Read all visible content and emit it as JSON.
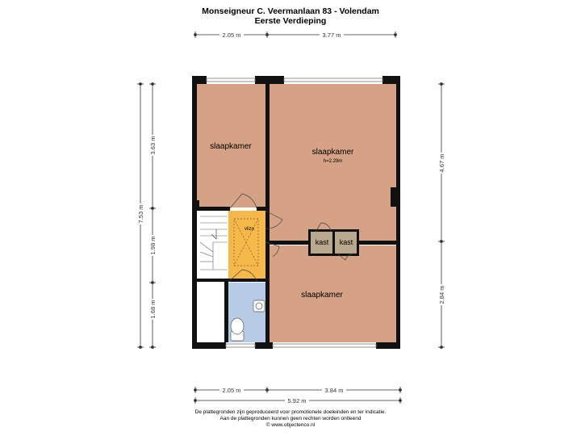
{
  "header": {
    "title": "Monseigneur C. Veermanlaan 83 - Volendam",
    "subtitle": "Eerste Verdieping"
  },
  "dimensions": {
    "top_left": "2.05 m",
    "top_right": "3.77 m",
    "bottom_left": "2.05 m",
    "bottom_right": "3.84 m",
    "bottom_total": "5.92 m",
    "left_total": "7.53 m",
    "left_upper": "3.63 m",
    "left_middle": "1.98 m",
    "left_lower": "1.68 m",
    "right_upper": "4.67 m",
    "right_lower": "2.84 m"
  },
  "rooms": {
    "bedroom_1": "slaapkamer",
    "bedroom_2": "slaapkamer",
    "bedroom_2_height": "h=2.29m",
    "bedroom_3": "slaapkamer",
    "closet_1": "kast",
    "closet_2": "kast",
    "landing_hatch": "vlizo"
  },
  "footer": {
    "line1": "De plattegronden zijn geproduceerd voor promotionele doeleinden en ter indicatie.",
    "line2": "Aan de plattegronden kunnen geen rechten worden ontleend",
    "line3": "© www.objectenco.nl"
  },
  "colors": {
    "room_fill": "#d5a285",
    "landing_fill": "#f6b84a",
    "bathroom_fill": "#b8cbe6",
    "closet_fill": "#b9a88d",
    "wall": "#111111"
  }
}
